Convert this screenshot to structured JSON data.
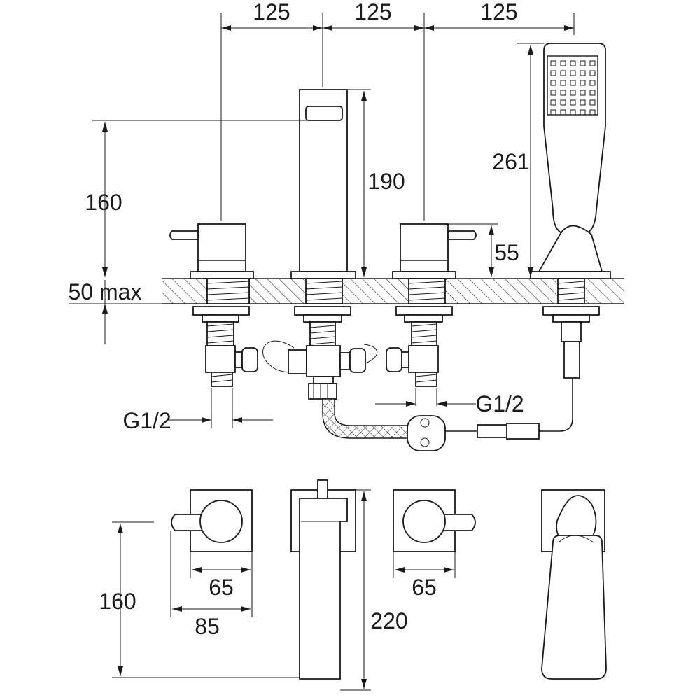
{
  "dimensions": {
    "spacing_1": "125",
    "spacing_2": "125",
    "spacing_3": "125",
    "spout_outlet_height": "160",
    "spout_height": "190",
    "handset_length": "261",
    "handle_height": "55",
    "deck_thickness": "50 max",
    "thread_left": "G1/2",
    "thread_right": "G1/2",
    "plan_handle_depth": "160",
    "plan_base_left": "65",
    "plan_base_right": "65",
    "plan_handle_width": "85",
    "plan_spout_length": "220"
  },
  "colors": {
    "line": "#1a1a1a",
    "hatch": "#1a1a1a",
    "background": "#ffffff"
  }
}
